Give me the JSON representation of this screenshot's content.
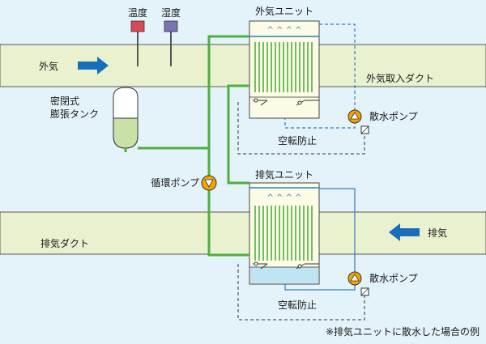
{
  "labels": {
    "temperature": "温度",
    "humidity": "湿度",
    "outdoor_unit": "外気ユニット",
    "outside_air": "外気",
    "outside_air_duct": "外気取入ダクト",
    "expansion_tank_line1": "密閉式",
    "expansion_tank_line2": "膨張タンク",
    "spray_pump": "散水ポンプ",
    "dry_run_prevention": "空転防止",
    "circulation_pump": "循環ポンプ",
    "exhaust_unit": "排気ユニット",
    "exhaust_duct": "排気ダクト",
    "exhaust": "排気",
    "footnote": "※排気ユニットに散水した場合の例"
  },
  "colors": {
    "background": "#e4f2f9",
    "duct": "#e9f1cf",
    "unit": "#fbfbe6",
    "coil_green": "#4fae3f",
    "spray_blue": "#2d7fc2",
    "water": "#bfe4f3",
    "arrow_blue": "#1a6dbb",
    "pump_orange": "#f5a400",
    "temp_sensor": "#d8495a",
    "humid_sensor": "#7b73b3",
    "tank_fill": "#c9e1a7"
  }
}
